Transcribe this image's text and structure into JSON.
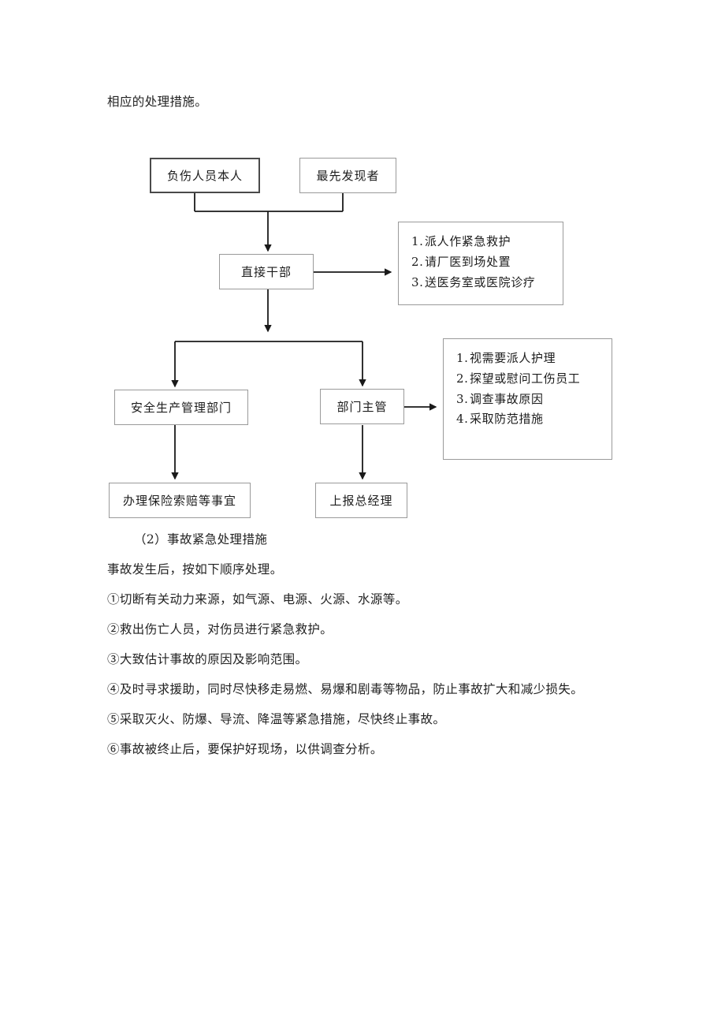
{
  "document": {
    "intro_line": "相应的处理措施。",
    "section_heading": "（2）事故紧急处理措施",
    "section_lead": "事故发生后，按如下顺序处理。",
    "steps": [
      "①切断有关动力来源，如气源、电源、火源、水源等。",
      "②救出伤亡人员，对伤员进行紧急救护。",
      "③大致估计事故的原因及影响范围。",
      "④及时寻求援助，同时尽快移走易燃、易爆和剧毒等物品，防止事故扩大和减少损失。",
      "⑤采取灭火、防爆、导流、降温等紧急措施，尽快终止事故。",
      "⑥事故被终止后，要保护好现场，以供调查分析。"
    ]
  },
  "flowchart": {
    "nodes": {
      "injured_person": "负伤人员本人",
      "first_discoverer": "最先发现者",
      "direct_supervisor": "直接干部",
      "safety_dept": "安全生产管理部门",
      "dept_manager": "部门主管",
      "insurance_claim": "办理保险索赔等事宜",
      "report_gm": "上报总经理"
    },
    "first_aid_list": {
      "items": [
        {
          "num": "1.",
          "text": "派人作紧急救护"
        },
        {
          "num": "2.",
          "text": "请厂医到场处置"
        },
        {
          "num": "3.",
          "text": "送医务室或医院诊疗"
        }
      ]
    },
    "followup_list": {
      "items": [
        {
          "num": "1.",
          "text": "视需要派人护理"
        },
        {
          "num": "2.",
          "text": "探望或慰问工伤员工"
        },
        {
          "num": "3.",
          "text": "调查事故原因"
        },
        {
          "num": "4.",
          "text": "采取防范措施"
        }
      ]
    },
    "colors": {
      "line": "#1a1a1a",
      "box_border": "#9a9a9a",
      "box_border_strong": "#4a4a4a",
      "background": "#ffffff"
    }
  }
}
